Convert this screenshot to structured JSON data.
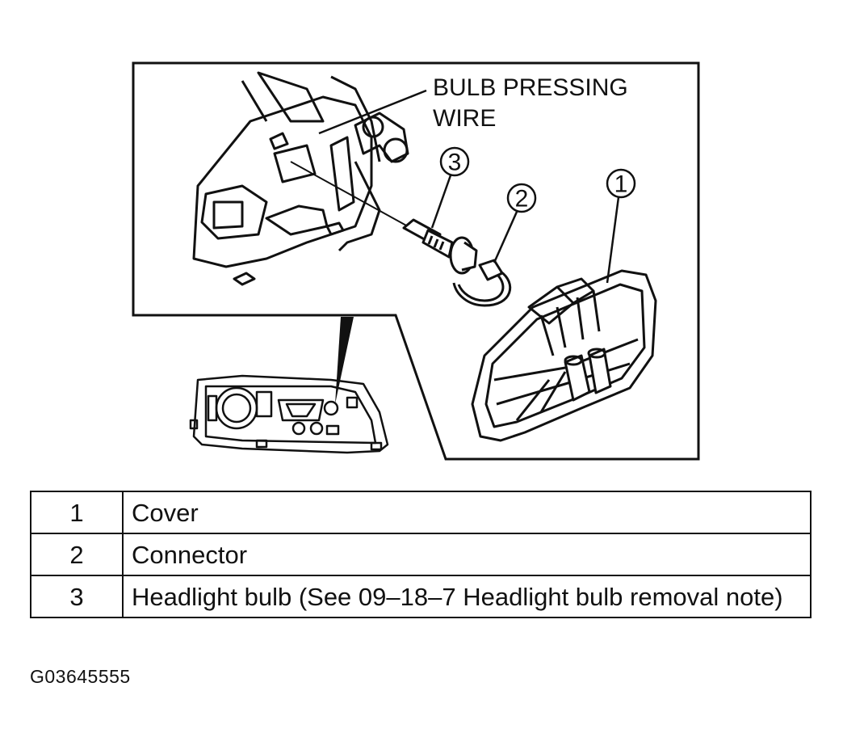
{
  "diagram": {
    "label_bulb_pressing_wire_line1": "BULB PRESSING",
    "label_bulb_pressing_wire_line2": "WIRE",
    "callouts": [
      "1",
      "2",
      "3"
    ]
  },
  "legend": {
    "rows": [
      {
        "num": "1",
        "desc": "Cover"
      },
      {
        "num": "2",
        "desc": "Connector"
      },
      {
        "num": "3",
        "desc": "Headlight bulb (See 09–18–7 Headlight bulb removal note)"
      }
    ]
  },
  "figure_id": "G03645555"
}
